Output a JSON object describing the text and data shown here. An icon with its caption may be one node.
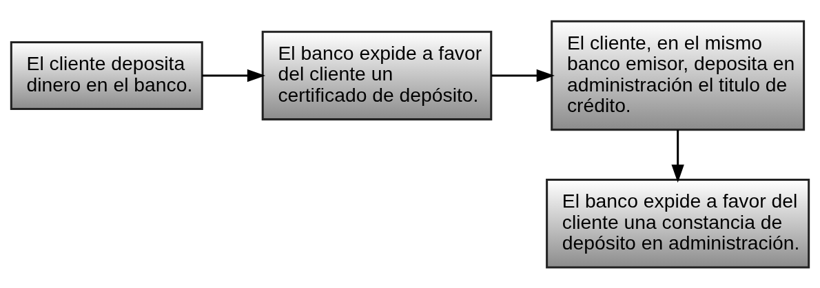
{
  "diagram": {
    "nodes": [
      {
        "text": [
          "El cliente deposita dinero en el banco."
        ]
      },
      {
        "text": [
          "El banco expide a favor del cliente un certificado de depósito."
        ]
      },
      {
        "text": [
          "El cliente, en el mismo banco emisor, deposita en administración el titulo de crédito."
        ]
      },
      {
        "text": [
          "El banco expide a favor del cliente una constancia de depósito en administración."
        ]
      }
    ],
    "edges": [
      {
        "from": 0,
        "to": 1,
        "arrow": "to"
      },
      {
        "from": 1,
        "to": 2,
        "arrow": "to"
      },
      {
        "from": 2,
        "to": 3,
        "arrow": "to"
      }
    ]
  }
}
